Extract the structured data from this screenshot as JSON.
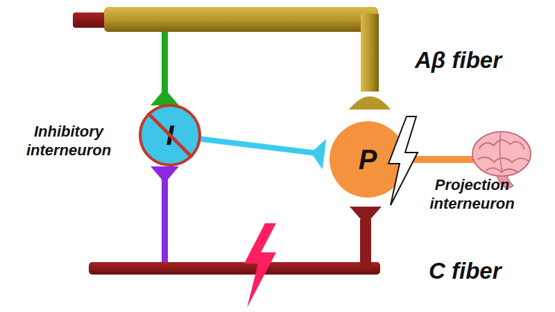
{
  "diagram": {
    "nodes": [
      {
        "text": [
          "I",
          "Inhibitory interneuron"
        ]
      },
      {
        "text": [
          "P",
          "Projection interneuron"
        ]
      }
    ],
    "edges": [
      {
        "from": 0,
        "to": 1,
        "arrow": "to"
      }
    ],
    "labels": [
      "Aβ fiber",
      "C fiber"
    ]
  }
}
